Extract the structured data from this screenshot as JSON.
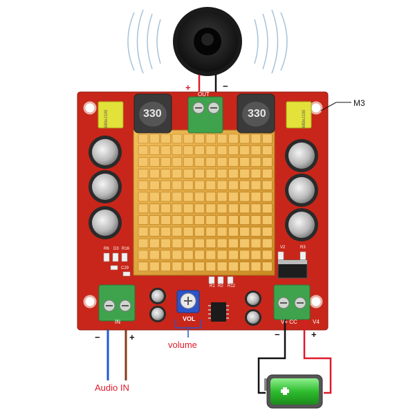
{
  "labels": {
    "m3": "M3",
    "volume": "volume",
    "audio_in": "Audio IN",
    "out_plus": "+",
    "out_minus": "−",
    "in_minus": "−",
    "in_plus": "+",
    "pwr_minus": "−",
    "pwr_plus": "+"
  },
  "silkscreen": {
    "out": "OUT",
    "in": "IN",
    "vcc": "V+ CC",
    "v4": "V4",
    "vol": "VOL",
    "r6": "R6",
    "d3": "D3",
    "r16": "R16",
    "c29": "C29",
    "r1": "R1",
    "r2": "R2",
    "r12": "R12",
    "v2": "V2",
    "r3": "R3"
  },
  "components": {
    "inductor_value": "330",
    "inductor_value_right": "330",
    "film_cap_left": "680nJ100",
    "film_cap_right": "680nJ100"
  },
  "colors": {
    "pcb": "#c8261a",
    "heatsink": "#e5a336",
    "terminal": "#3fa34d",
    "audio_wire_negative": "#1f57d6",
    "audio_wire_positive": "#8a3a17",
    "power_wire_negative": "#111111",
    "power_wire_positive": "#e0192b",
    "battery": "#3cc43c",
    "label_red": "#e0192b"
  },
  "icons": [
    "speaker-icon",
    "sound-wave-icon",
    "battery-icon",
    "potentiometer-icon"
  ]
}
